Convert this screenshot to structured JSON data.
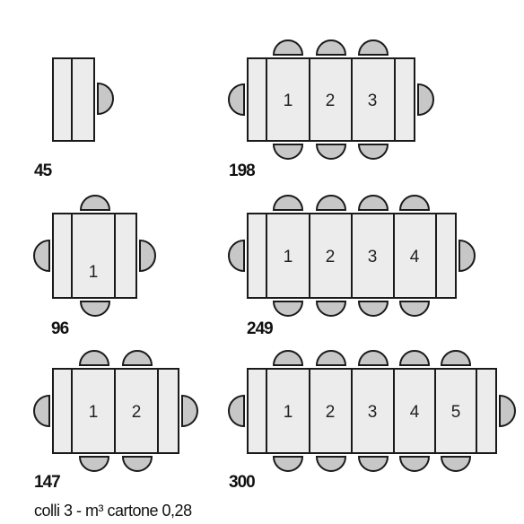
{
  "configurations": [
    {
      "label": "45",
      "sections": []
    },
    {
      "label": "96",
      "sections": [
        "1"
      ]
    },
    {
      "label": "147",
      "sections": [
        "1",
        "2"
      ]
    },
    {
      "label": "198",
      "sections": [
        "1",
        "2",
        "3"
      ]
    },
    {
      "label": "249",
      "sections": [
        "1",
        "2",
        "3",
        "4"
      ]
    },
    {
      "label": "300",
      "sections": [
        "1",
        "2",
        "3",
        "4",
        "5"
      ]
    }
  ],
  "caption": "colli 3 - m³ cartone 0,28",
  "colors": {
    "table_fill": "#ececec",
    "chair_fill": "#c7c7c7",
    "stroke": "#1a1a1a"
  }
}
